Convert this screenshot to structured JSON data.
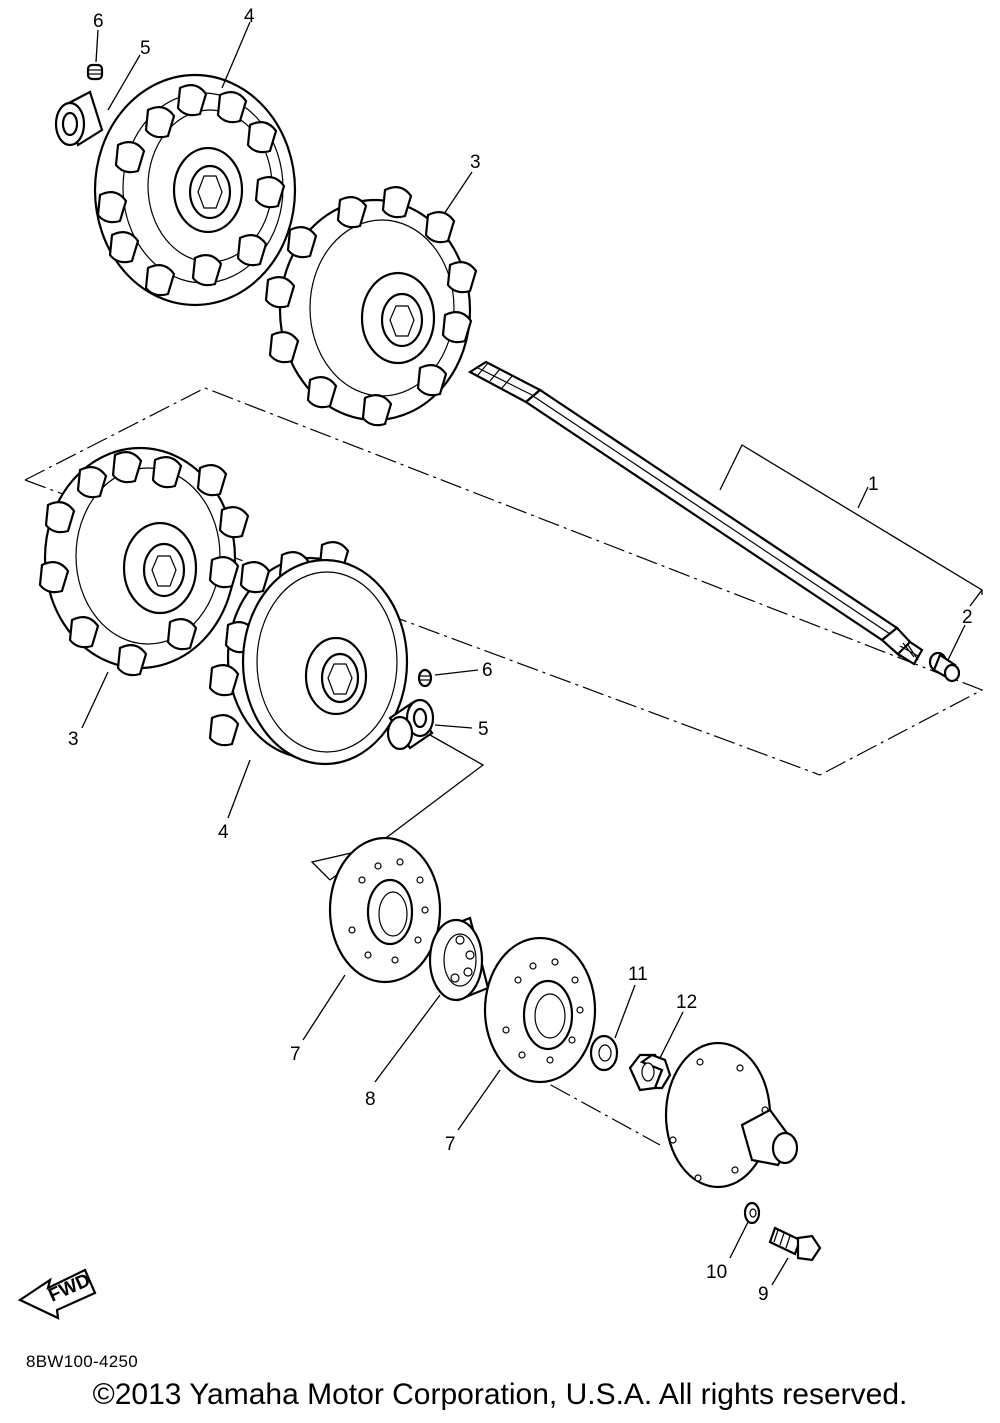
{
  "callouts": {
    "c1": "1",
    "c2": "2",
    "c3a": "3",
    "c3b": "3",
    "c4a": "4",
    "c4b": "4",
    "c5a": "5",
    "c5b": "5",
    "c6a": "6",
    "c6b": "6",
    "c7a": "7",
    "c7b": "7",
    "c8": "8",
    "c9": "9",
    "c10": "10",
    "c11": "11",
    "c12": "12"
  },
  "fwd_label": "FWD",
  "diagram_code": "8BW100-4250",
  "copyright": "©2013 Yamaha Motor Corporation, U.S.A. All rights reserved."
}
